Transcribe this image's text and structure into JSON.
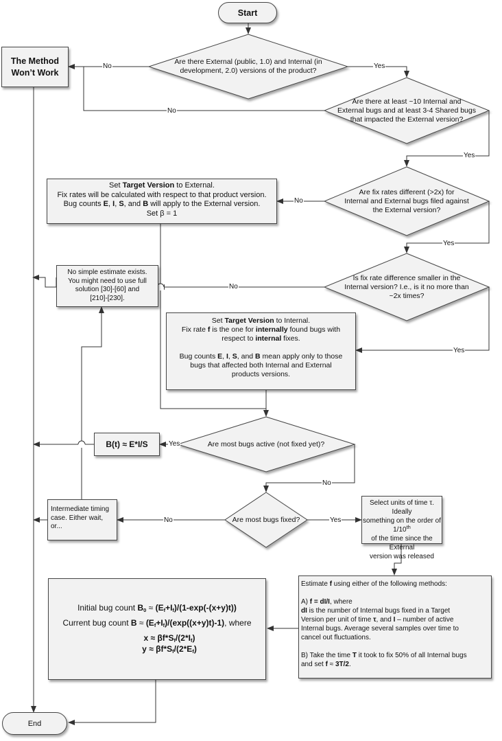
{
  "start": "Start",
  "end": "End",
  "method_wont_work": [
    "The Method",
    "Won’t Work"
  ],
  "q1": [
    "Are there External (public, 1.0) and Internal (in",
    "development, 2.0) versions of the product?"
  ],
  "q2": [
    "Are there at least ~10 Internal and",
    "External bugs and at least 3-4 Shared bugs",
    "that impacted the External version?"
  ],
  "q3": [
    "Are fix rates different (>2x) for",
    "Internal and External bugs filed against",
    "the External version?"
  ],
  "q4": [
    "Is fix rate difference smaller in the",
    "Internal version? I.e., is it no more than",
    "~2x times?"
  ],
  "q5": "Are most bugs active (not fixed yet)?",
  "q6": "Are most bugs fixed?",
  "box_external": {
    "l1a": "Set ",
    "l1b": "Target Version",
    "l1c": " to External.",
    "l2": "Fix rates will be calculated with respect to that product version.",
    "l3a": "Bug counts ",
    "e": "E",
    "c1": ", ",
    "i": "I",
    "c2": ", ",
    "s": "S",
    "c3": ", and ",
    "b": "B",
    "l3b": " will apply to the External version.",
    "l4": "Set β = 1"
  },
  "box_no_simple": [
    "No simple estimate exists.",
    "You might need to use full",
    "solution [30]-[60] and",
    "[210]-[230]."
  ],
  "box_internal": {
    "l1a": "Set ",
    "l1b": "Target Version",
    "l1c": " to Internal.",
    "l2a": "Fix rate ",
    "f": "f",
    "l2b": " is the one for ",
    "internally": "internally",
    "l2c": " found bugs with",
    "l3a": "respect to ",
    "internal": "internal",
    "l3b": " fixes.",
    "l4a": "Bug counts ",
    "e": "E",
    "c1": ", ",
    "i": "I",
    "c2": ", ",
    "s": "S",
    "c3": ", and ",
    "b": "B",
    "l4b": " mean apply only to those",
    "l5": "bugs that affected both Internal and External",
    "l6": "products versions."
  },
  "box_bt": {
    "lhs": "B(t)",
    "approx": " ≈ ",
    "rhs": "E*I/S"
  },
  "box_intermediate": [
    "Intermediate timing",
    "case. Either wait,",
    "or..."
  ],
  "box_units": {
    "l1": "Select units of time τ. Ideally",
    "l2a": "something on the order of 1/10",
    "l2sup": "th",
    "l3": "of the time since the External",
    "l4": "version was released"
  },
  "box_estimate": {
    "l1a": "Estimate ",
    "f": "f",
    "l1b": " using either of the following methods:",
    "a1a": "A) ",
    "a1f": "f = dI/I",
    "a1b": ", where",
    "a2a": "dI",
    "a2b": " is the number of Internal bugs fixed in a Target",
    "a3a": "Version per unit of time ",
    "tau": "τ",
    "a3b": ", and ",
    "a3c": "I",
    "a3d": " – number of active",
    "a4": "Internal bugs. Average several samples over time to",
    "a5": "cancel out fluctuations.",
    "b1a": "B) Take the time ",
    "b1T": "T",
    "b1b": " it took to fix 50% of all Internal bugs",
    "b2a": "and set ",
    "b2f": "f",
    "b2b": " ≈  ",
    "b2c": "3T/2",
    "b2d": "."
  },
  "box_formula": {
    "l1a": "Initial bug count ",
    "B0": "B",
    "B0sub": "0",
    "approx1": " ≈  ",
    "l1b": "(E",
    "f1": "f",
    "l1c": "+I",
    "f2": "f",
    "l1d": ")/(1-exp(-(x+y)t))",
    "l2a": "Current bug count ",
    "B": "B",
    "approx2": " ≈  ",
    "l2b": "(E",
    "f3": "f",
    "l2c": "+I",
    "f4": "f",
    "l2d": ")/(exp((x+y)t)-1)",
    "l2e": ", where",
    "x": "x",
    "approx3": " ≈  ",
    "xr1": "βf*S",
    "f5": "f",
    "xr2": "/(2*I",
    "f6": "f",
    "xr3": ")",
    "y": "y",
    "approx4": " ≈  ",
    "yr1": "βf*S",
    "f7": "f",
    "yr2": "/(2*E",
    "f8": "f",
    "yr3": ")"
  },
  "labels": {
    "yes": "Yes",
    "no": "No"
  },
  "colors": {
    "fill": "#f2f2f2",
    "stroke": "#444444",
    "text": "#111111"
  }
}
